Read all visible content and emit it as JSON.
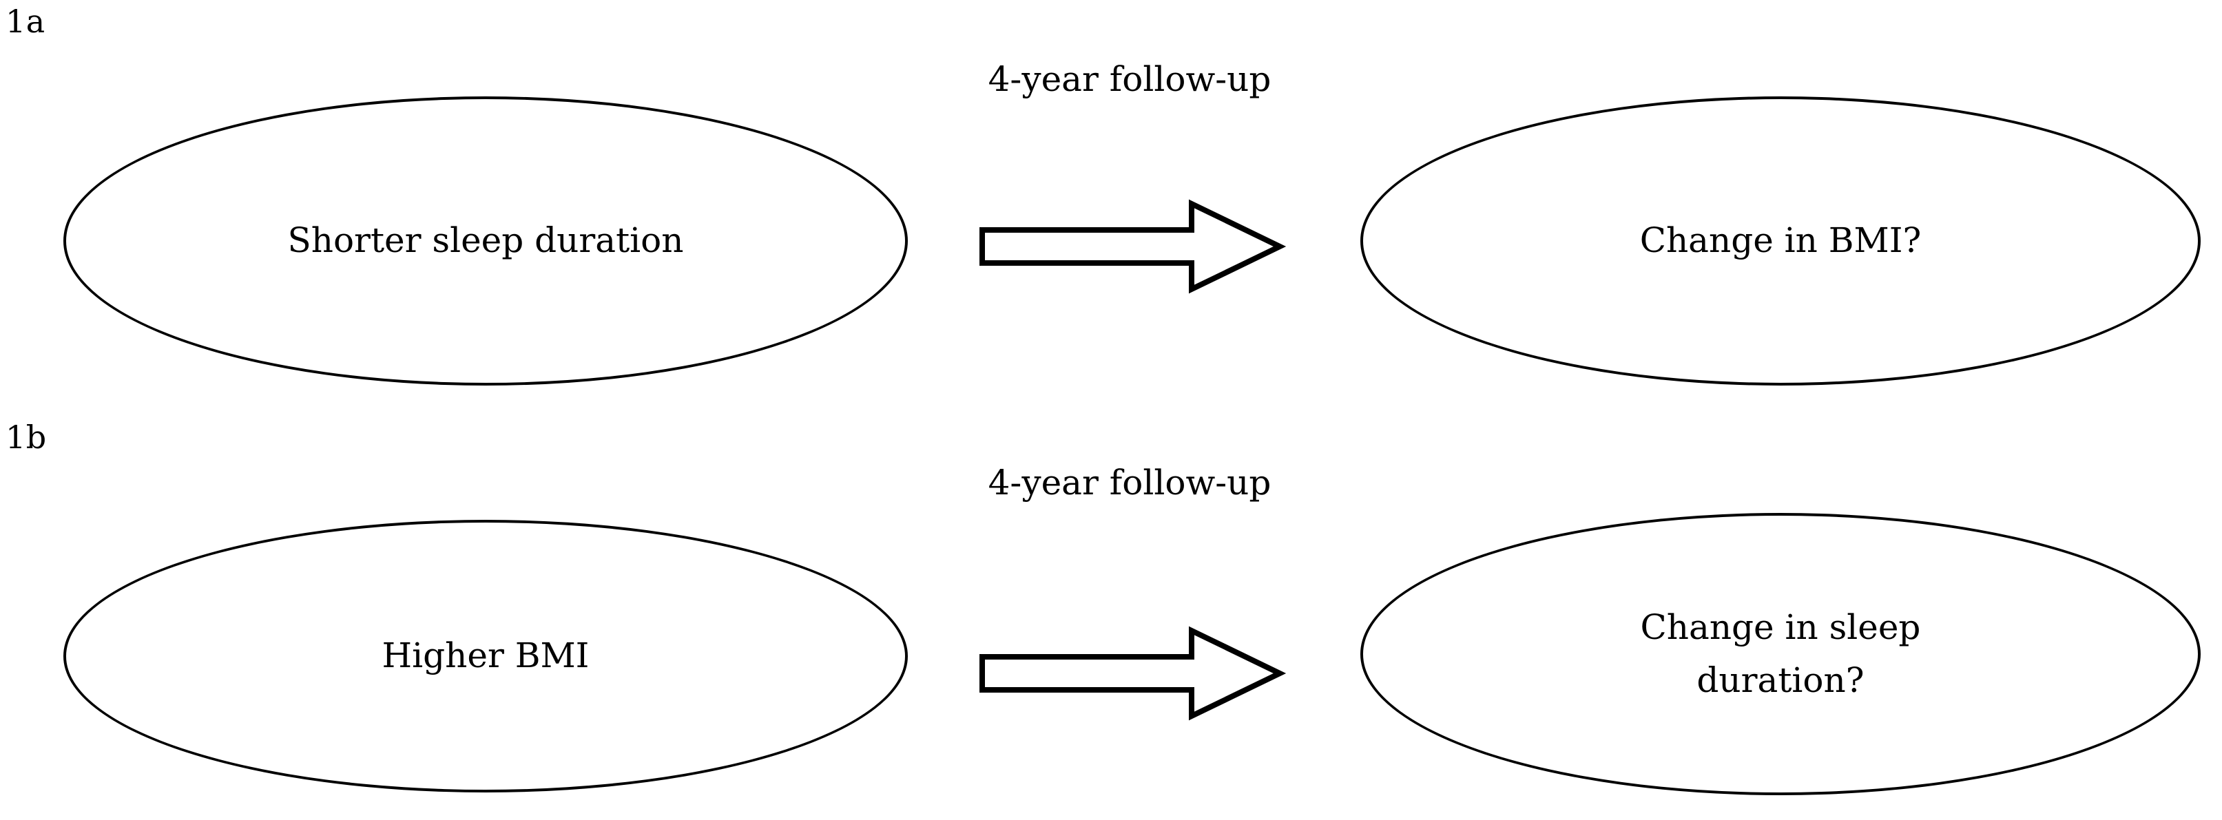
{
  "figure": {
    "background_color": "#ffffff",
    "stroke_color": "#000000",
    "fill_color": "#ffffff"
  },
  "panels": [
    {
      "label": "1a",
      "left_node": {
        "text": "Shorter sleep duration"
      },
      "arrow": {
        "caption": "4-year follow-up",
        "direction": "right",
        "style": "hollow-block-arrow"
      },
      "right_node": {
        "text": "Change in BMI?"
      }
    },
    {
      "label": "1b",
      "left_node": {
        "text": "Higher BMI"
      },
      "arrow": {
        "caption": "4-year follow-up",
        "direction": "right",
        "style": "hollow-block-arrow"
      },
      "right_node": {
        "text": "Change in sleep\nduration?"
      }
    }
  ]
}
